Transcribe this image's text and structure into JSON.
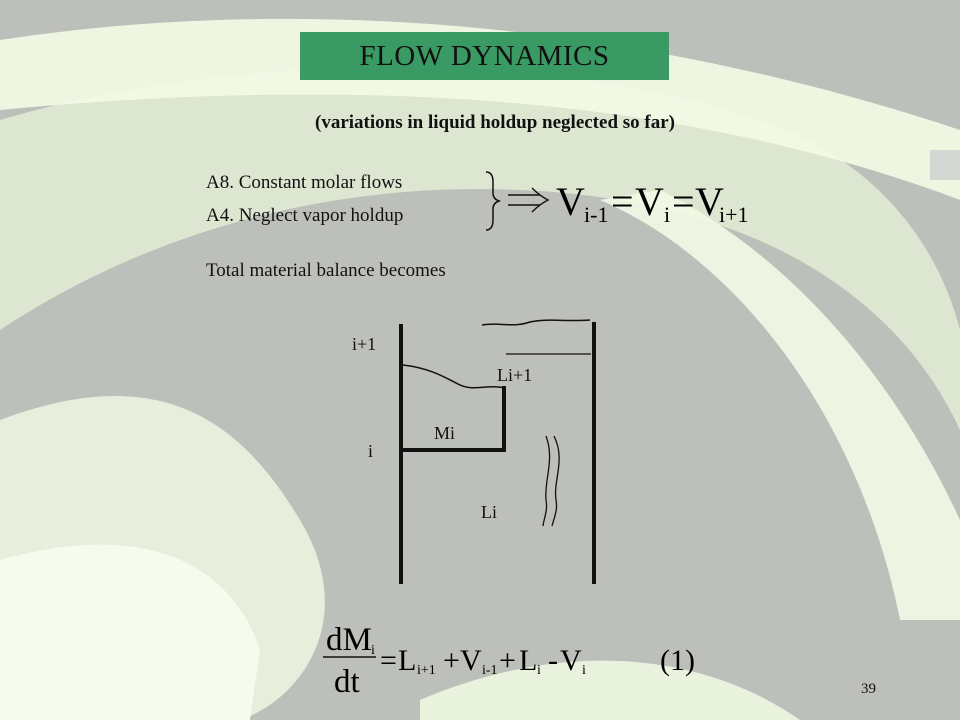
{
  "slide": {
    "title": "FLOW DYNAMICS",
    "subtitle": "(variations in liquid holdup neglected so far)",
    "assumptions": [
      "A8. Constant molar flows",
      "A4. Neglect vapor holdup"
    ],
    "balance_text": "Total material balance becomes",
    "page_number": "39"
  },
  "diagram": {
    "label_upper_tray": "i+1",
    "label_lower_tray": "i",
    "label_liquid_in": "Li+1",
    "label_holdup": "Mi",
    "label_liquid_out": "Li"
  },
  "vapor_eq": {
    "V1": "V",
    "sub1": "i-1",
    "eq1": "=",
    "V2": "V",
    "sub2": "i",
    "eq2": "=",
    "V3": "V",
    "sub3": "i+1"
  },
  "equation": {
    "numerator": "dM",
    "numerator_sub": "i",
    "denominator": "dt",
    "eq": "=",
    "t1": "L",
    "t1_sub": "i+1",
    "plus1": "+",
    "t2": "V",
    "t2_sub": "i-1",
    "plus2": "+",
    "t3": "L",
    "t3_sub": "i",
    "minus": "-",
    "t4": "V",
    "t4_sub": "i",
    "number": "(1)"
  },
  "colors": {
    "background": "#b9bbb6",
    "title_box": "#3a9a64",
    "swirl": "#f3fbe6"
  }
}
